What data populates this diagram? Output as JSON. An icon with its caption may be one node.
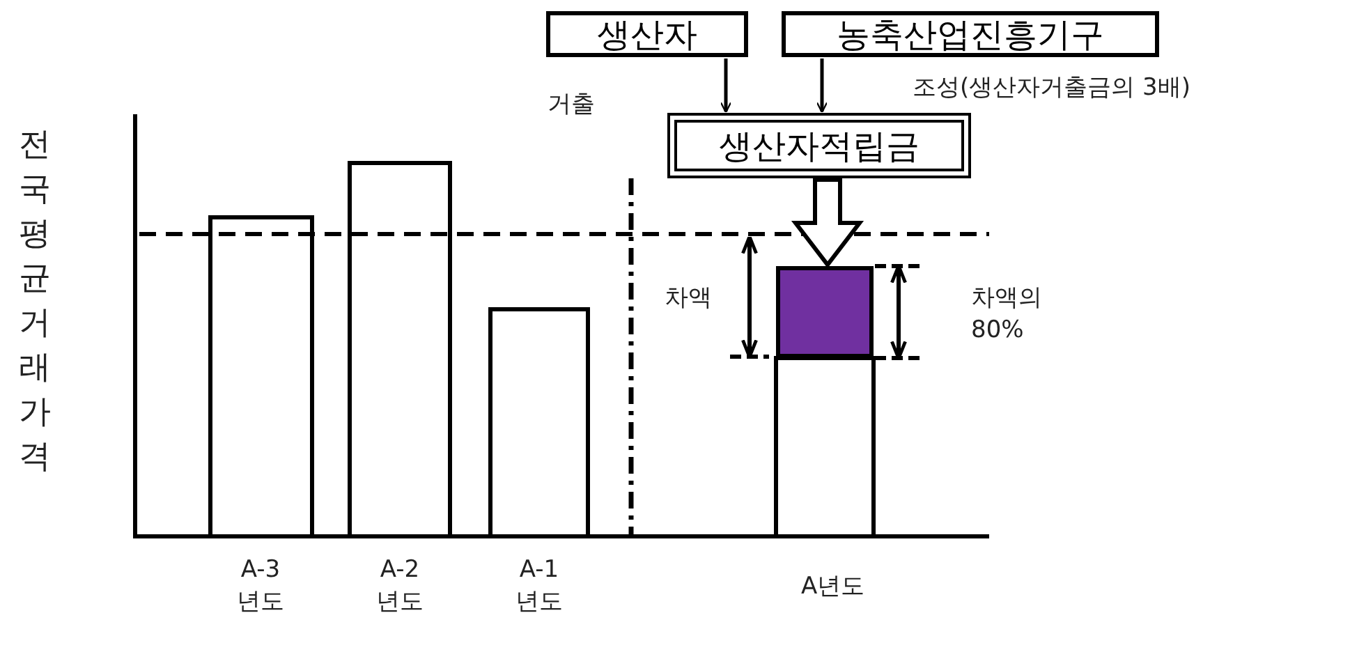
{
  "diagram": {
    "nodes": [
      {
        "text": [
          "생산자"
        ]
      },
      {
        "text": [
          "농축산업진흥기구"
        ]
      },
      {
        "text": [
          "생산자적립금"
        ]
      },
      {
        "text": [],
        "shape": "box"
      }
    ],
    "edges": [
      {
        "from": 0,
        "to": 2,
        "arrow": "to"
      },
      {
        "from": 1,
        "to": 2,
        "arrow": "to"
      },
      {
        "from": 2,
        "to": 3,
        "arrow": "to",
        "style": "thick"
      }
    ],
    "labels": [
      "거출",
      "조성(생산자거출금의 3배)",
      "전국평균거래가격",
      "차액",
      "차액의 80%",
      "A-3 년도",
      "A-2 년도",
      "A-1 년도",
      "A년도"
    ]
  }
}
